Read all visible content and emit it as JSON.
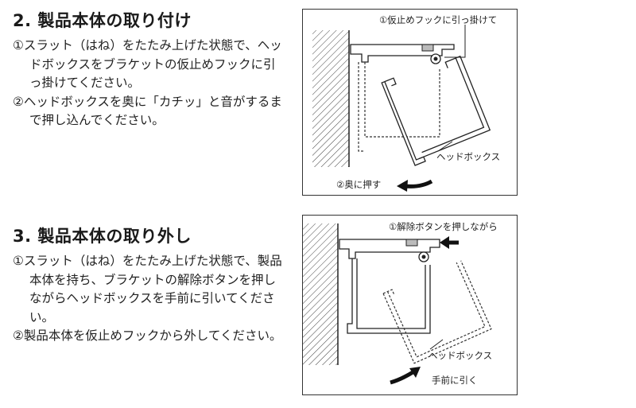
{
  "section2": {
    "title": "2. 製品本体の取り付け",
    "steps": [
      "①スラット（はね）をたたみ上げた状態で、ヘッドボックスをブラケットの仮止めフックに引っ掛けてください。",
      "②ヘッドボックスを奥に「カチッ」と音がするまで押し込んでください。"
    ],
    "figure": {
      "callout_top": "①仮止めフックに引っ掛けて",
      "callout_part": "ヘッドボックス",
      "callout_action": "②奥に押す"
    }
  },
  "section3": {
    "title": "3. 製品本体の取り外し",
    "steps": [
      "①スラット（はね）をたたみ上げた状態で、製品本体を持ち、ブラケットの解除ボタンを押しながらヘッドボックスを手前に引いてください。",
      "②製品本体を仮止めフックから外してください。"
    ],
    "figure": {
      "callout_top": "①解除ボタンを押しながら",
      "callout_part": "ヘッドボックス",
      "callout_action": "手前に引く"
    }
  }
}
